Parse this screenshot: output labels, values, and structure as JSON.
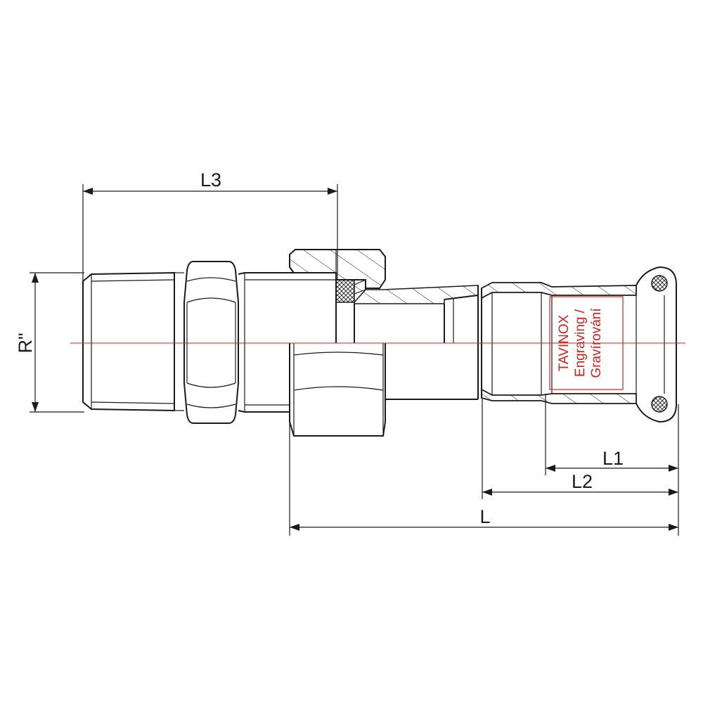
{
  "dimensions": {
    "l3": "L3",
    "r": "R\"",
    "l1": "L1",
    "l2": "L2",
    "l": "L"
  },
  "engraving": {
    "line1": "TAVINOX",
    "line2": "Engraving /",
    "line3": "Gravírování"
  },
  "colors": {
    "outline": "#1a1a1a",
    "axis": "#d42020",
    "engraving": "#d42020"
  }
}
